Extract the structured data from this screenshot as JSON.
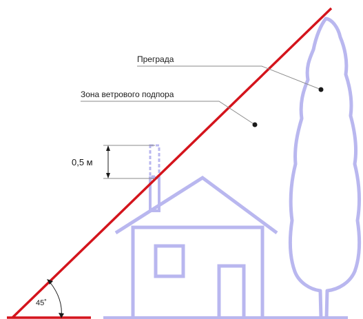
{
  "labels": {
    "obstacle": "Преграда",
    "wind_zone": "Зона ветрового подпора",
    "height_offset": "0,5 м",
    "angle": "45˚"
  },
  "colors": {
    "wind_line": "#d4141c",
    "structures": "#b9b7ef",
    "leader_lines": "#8a8a8a",
    "text": "#1a1a1a"
  }
}
